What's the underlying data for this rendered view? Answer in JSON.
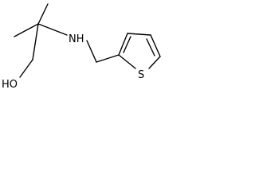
{
  "structure": {
    "atoms": {
      "hydroxyl": "HO",
      "amine": "NH",
      "sulfur": "S"
    },
    "colors": {
      "bond": "#000000",
      "label": "#000000",
      "background": "#ffffff"
    }
  }
}
